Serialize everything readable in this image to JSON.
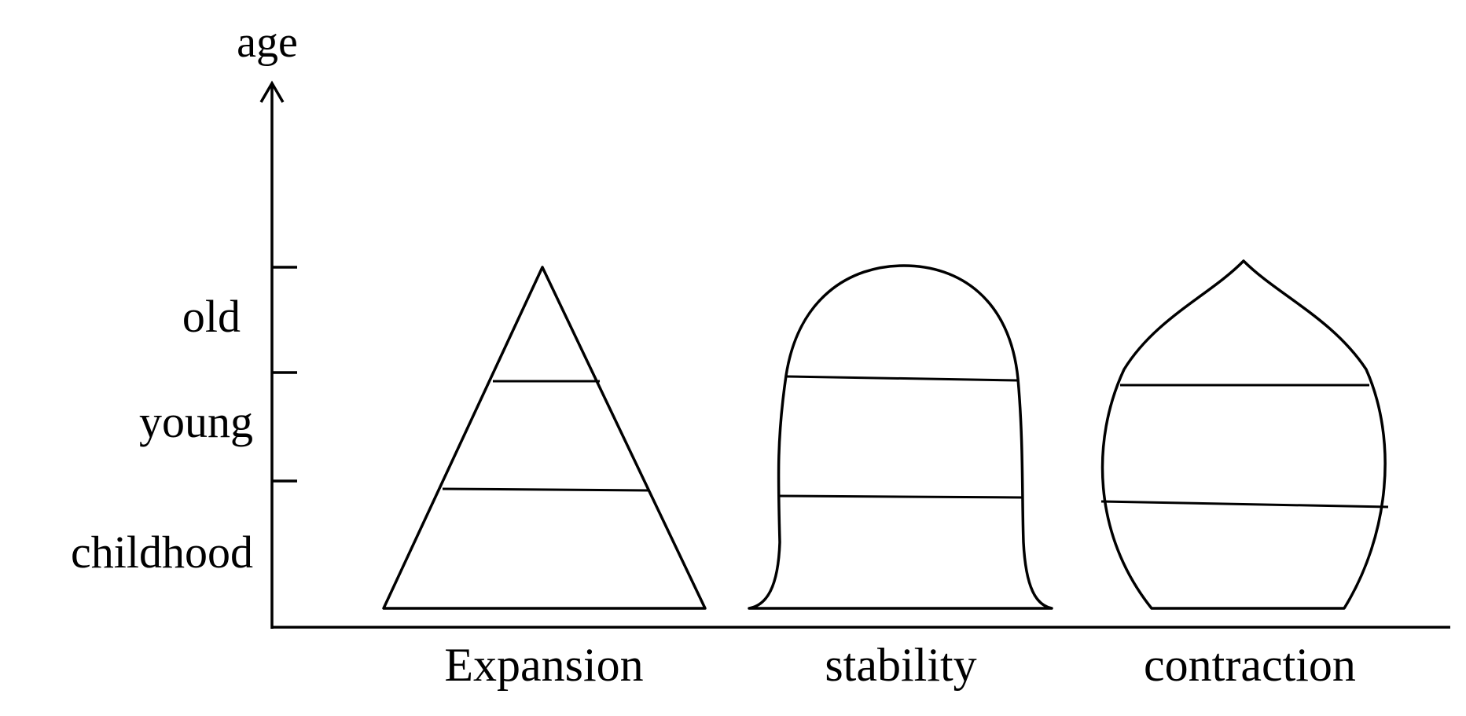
{
  "diagram": {
    "y_axis_label": "age",
    "age_groups": [
      "old",
      "young",
      "childhood"
    ],
    "pyramids": [
      {
        "id": "expansion",
        "label": "Expansion"
      },
      {
        "id": "stability",
        "label": "stability"
      },
      {
        "id": "contraction",
        "label": "contraction"
      }
    ],
    "colors": {
      "stroke": "#000000",
      "background": "#ffffff"
    }
  }
}
